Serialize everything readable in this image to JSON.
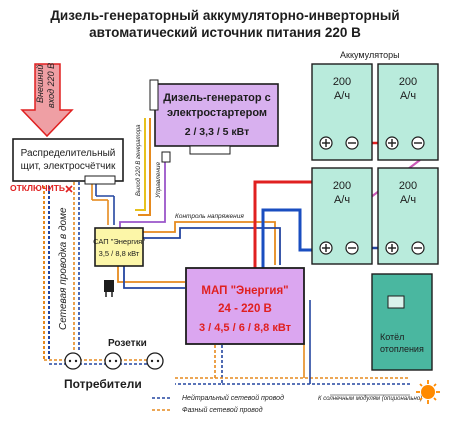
{
  "title": {
    "line1": "Дизель-генераторный аккумуляторно-инверторный",
    "line2": "автоматический источник питания 220 В"
  },
  "labels": {
    "ext_input_1": "Внешний",
    "ext_input_2": "вход 220 В",
    "panel_1": "Распределительный",
    "panel_2": "щит, электросчётчик",
    "disconnect": "ОТКЛЮЧИТЬ",
    "house_wiring": "Сетевая проводка в доме",
    "sockets": "Розетки",
    "consumers": "Потребители",
    "genset_1": "Дизель-генератор с",
    "genset_2": "электростартером",
    "genset_3": "2 / 3,3 / 5 кВт",
    "genset_out": "Выход 220 В генератора",
    "control": "Управление",
    "voltage_control": "Контроль напряжения",
    "sap_1": "САП \"Энергия\"",
    "sap_2": "3,5 / 8,8 кВт",
    "map_1": "МАП \"Энергия\"",
    "map_2": "24 - 220 В",
    "map_3": "3 / 4,5 / 6 / 8,8 кВт",
    "batteries_title": "Аккумуляторы",
    "battery_cap": "200",
    "battery_unit": "А/ч",
    "boiler_1": "Котёл",
    "boiler_2": "отопления",
    "legend_neutral": "Нейтральный сетевой провод",
    "legend_phase": "Фазный сетевой провод",
    "solar": "К солнечным модулям (опционально)"
  },
  "colors": {
    "battery": "#b9ebdc",
    "map_fill": "#dba6f0",
    "sap_fill": "#fcf6a8",
    "genset_fill": "#d8b0ef",
    "boiler_fill": "#4ab7a0",
    "phase_wire": "#e68a1e",
    "neutral_wire": "#2446a0",
    "positive": "#e02020",
    "negative": "#1a4ec0",
    "control_wire": "#9a55c9",
    "accent_red": "#e02020"
  }
}
